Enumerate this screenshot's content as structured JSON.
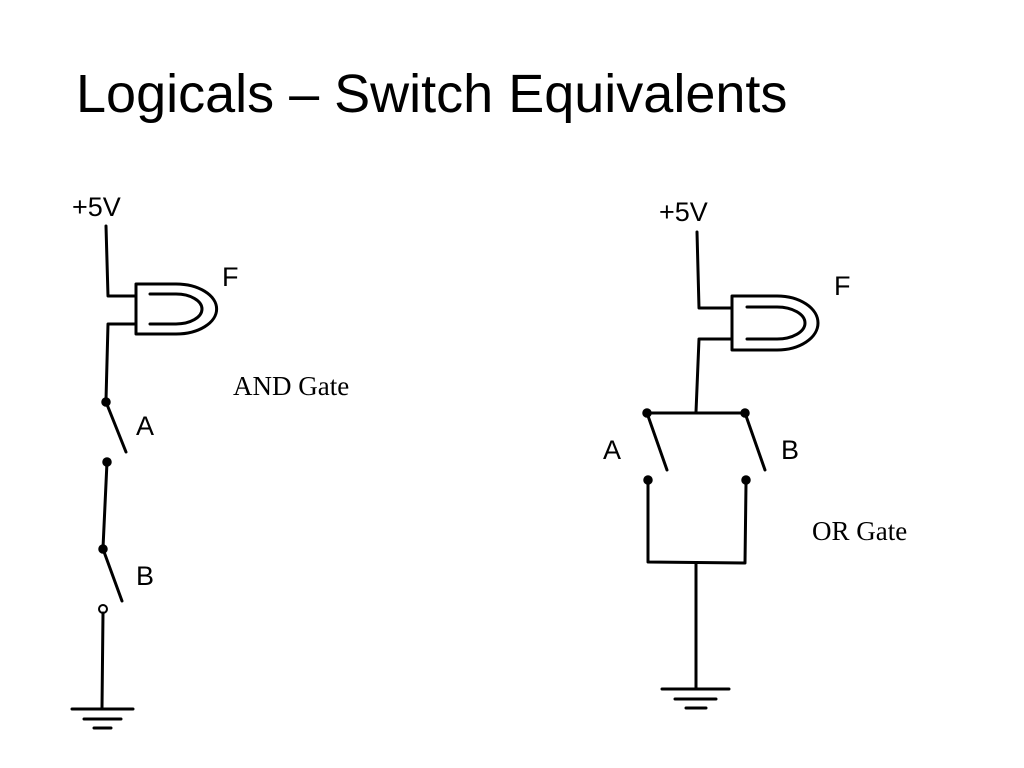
{
  "slide": {
    "title": "Logicals – Switch Equivalents"
  },
  "and_circuit": {
    "supply_label": "+5V",
    "output_label": "F",
    "switch_a_label": "A",
    "switch_b_label": "B",
    "caption": "AND Gate"
  },
  "or_circuit": {
    "supply_label": "+5V",
    "output_label": "F",
    "switch_a_label": "A",
    "switch_b_label": "B",
    "caption": "OR Gate"
  },
  "colors": {
    "line": "#000000",
    "background": "#ffffff"
  }
}
